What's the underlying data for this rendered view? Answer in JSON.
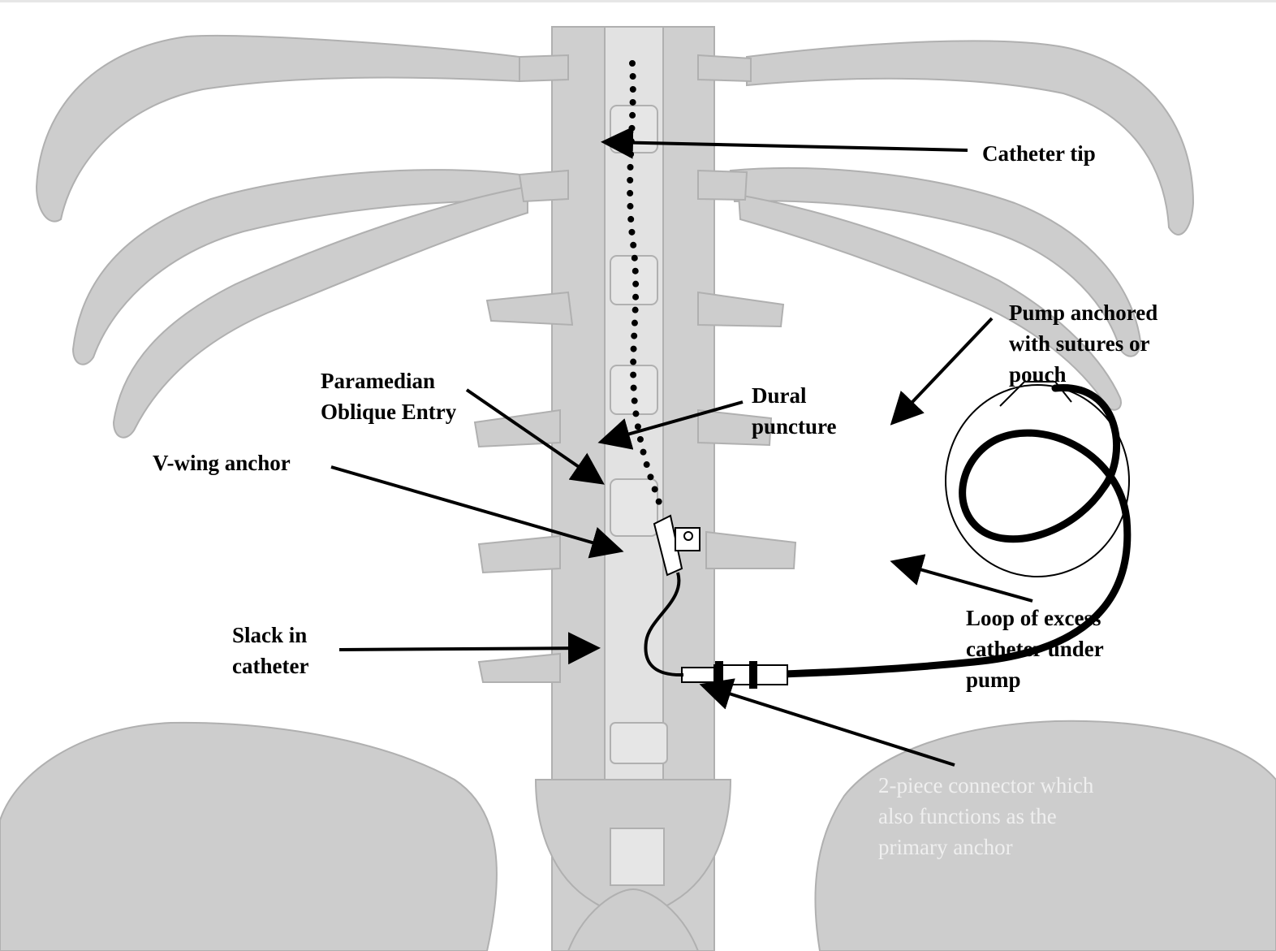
{
  "colors": {
    "bone_fill": "#cccccc",
    "bone_outline": "#b3b3b3",
    "bone_light": "#e4e4e4",
    "catheter": "#000000",
    "arrow": "#000000",
    "faint_text": "#efefef"
  },
  "labels": {
    "catheter_tip": "Catheter tip",
    "pump_anchored_1": "Pump anchored",
    "pump_anchored_2": "with sutures or",
    "pump_anchored_3": "pouch",
    "paramedian_1": "Paramedian",
    "paramedian_2": "Oblique Entry",
    "dural_1": "Dural",
    "dural_2": "puncture",
    "vwing": "V-wing anchor",
    "slack_1": "Slack in",
    "slack_2": "catheter",
    "loop_1": "Loop of excess",
    "loop_2": "catheter under",
    "loop_3": "pump",
    "connector_1": "2-piece connector which",
    "connector_2": "also functions as the",
    "connector_3": "primary anchor"
  }
}
